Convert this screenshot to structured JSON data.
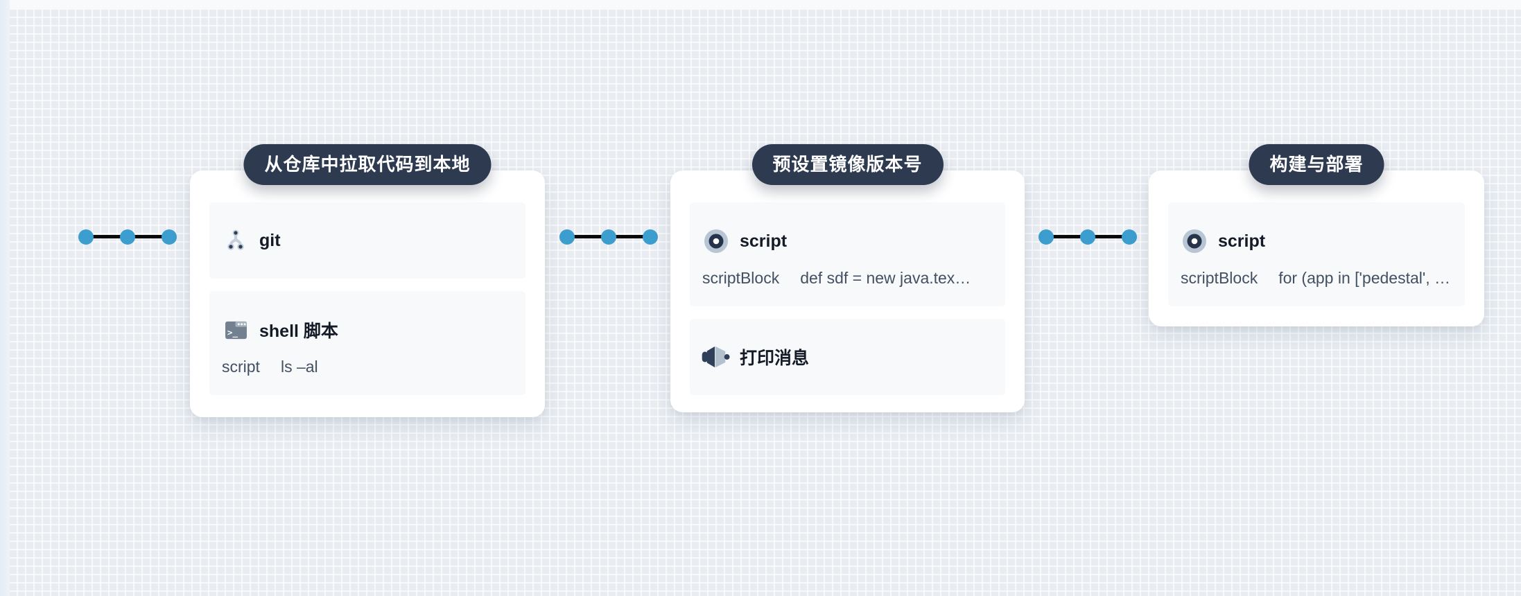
{
  "app": {
    "type": "pipeline-editor-canvas"
  },
  "colors": {
    "canvas_bg": "#e9edf2",
    "grid_line": "#f4f7fa",
    "top_gutter": "#f8fafc",
    "left_gutter": "#e7eef5",
    "stage_pill_bg": "#2d3a50",
    "stage_pill_text": "#ffffff",
    "card_bg": "#ffffff",
    "step_bg": "#f7f9fb",
    "title_text": "#141b26",
    "param_text": "#425062",
    "node_dot_blue": "#3c9dcf",
    "edge_line_black": "#0a0a0a"
  },
  "stages": [
    {
      "label": "从仓库中拉取代码到本地",
      "steps": [
        {
          "icon": "git-branch-icon",
          "title": "git"
        },
        {
          "icon": "terminal-icon",
          "title": "shell 脚本",
          "param_key": "script",
          "param_value": "ls –al"
        }
      ]
    },
    {
      "label": "预设置镜像版本号",
      "steps": [
        {
          "icon": "record-icon",
          "title": "script",
          "param_key": "scriptBlock",
          "param_value": "def sdf = new java.tex…"
        },
        {
          "icon": "megaphone-icon",
          "title": "打印消息"
        }
      ]
    },
    {
      "label": "构建与部署",
      "steps": [
        {
          "icon": "record-icon",
          "title": "script",
          "param_key": "scriptBlock",
          "param_value": "for (app in ['pedestal', …"
        }
      ]
    }
  ]
}
